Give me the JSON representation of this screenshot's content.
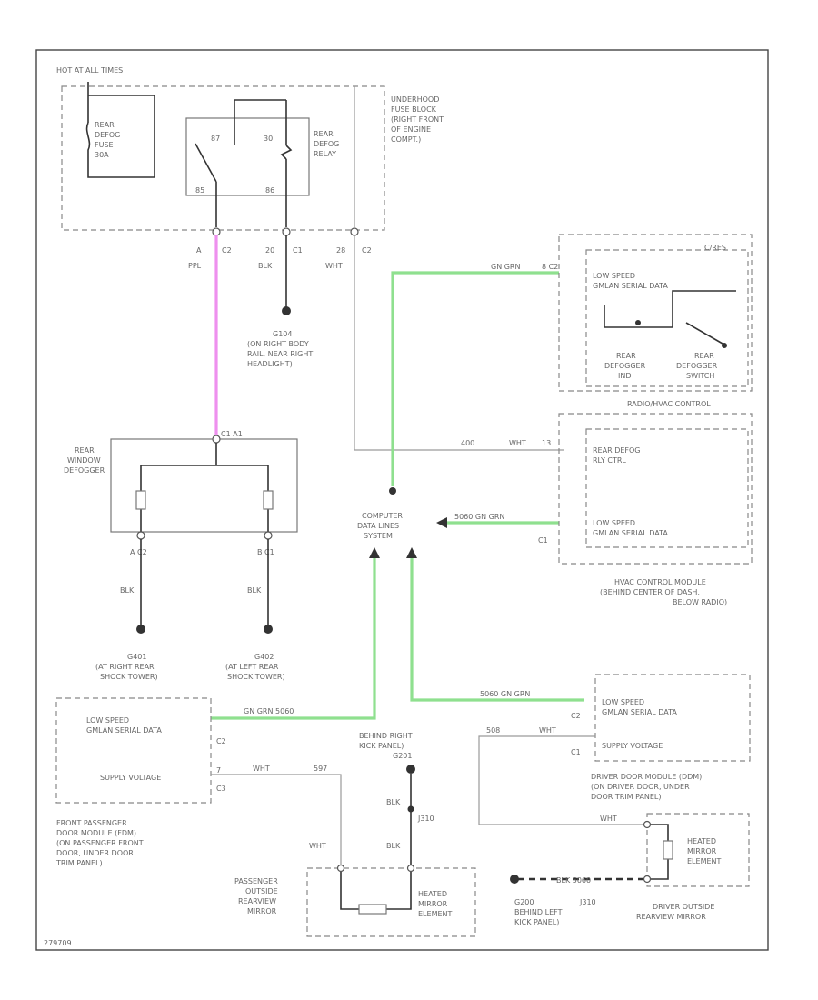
{
  "labels": {
    "hot_at_all_times": "HOT AT ALL TIMES",
    "rear_defog_fuse": [
      "REAR",
      "DEFOG",
      "FUSE",
      "30A"
    ],
    "relay_pin_87": "87",
    "relay_pin_30": "30",
    "relay_pin_85": "85",
    "relay_pin_86": "86",
    "rear_defog_relay": [
      "REAR",
      "DEFOG",
      "RELAY"
    ],
    "underhood_fuse_block": [
      "UNDERHOOD",
      "FUSE BLOCK",
      "(RIGHT FRONT",
      "OF ENGINE",
      "COMPT.)"
    ],
    "pin_a": "A",
    "pin_c2": "C2",
    "pin_20": "20",
    "pin_c1": "C1",
    "pin_28": "28",
    "pin_c2b": "C2",
    "wire_ppl": "PPL",
    "wire_blk": "BLK",
    "wire_wht": "WHT",
    "ground_g104": [
      "G104",
      "(ON RIGHT BODY",
      "RAIL, NEAR RIGHT",
      "HEADLIGHT)"
    ],
    "rear_window_defogger": [
      "REAR",
      "WINDOW",
      "DEFOGGER"
    ],
    "defogger_connector": "C1 A1",
    "pin_a_c2": "A   C2",
    "pin_b_c1": "B   C1",
    "blk_left": "BLK",
    "blk_right": "BLK",
    "ground_g401": [
      "G401",
      "(AT RIGHT REAR",
      "SHOCK TOWER)"
    ],
    "ground_g402": [
      "G402",
      "(AT LEFT REAR",
      "SHOCK TOWER)"
    ],
    "computer_data_lines": [
      "COMPUTER",
      "DATA LINES",
      "SYSTEM"
    ],
    "sw_label_top": "GN GRN",
    "hvac_top_pins": "8  C2",
    "low_speed_gmlan_1": [
      "LOW SPEED",
      "GMLAN SERIAL DATA"
    ],
    "rear_defogger_ind": [
      "REAR",
      "DEFOGGER",
      "IND"
    ],
    "rear_defogger_switch": [
      "REAR",
      "DEFOGGER",
      "SWITCH"
    ],
    "hvac_c_label": "C/RES",
    "radio_hvac_control": "RADIO/HVAC CONTROL",
    "wire_400": "400",
    "wht_hvac": "WHT",
    "hvac_pin_13": "13",
    "rear_defog_rly_ctrl": [
      "REAR DEFOG",
      "RLY CTRL"
    ],
    "green_hvac_label": "5060  GN GRN",
    "low_speed_gmlan_2": [
      "LOW SPEED",
      "GMLAN SERIAL DATA"
    ],
    "hvac_pin_c1": "C1",
    "hvac_control_module": [
      "HVAC CONTROL MODULE",
      "(BEHIND CENTER OF DASH,",
      "BELOW RADIO)"
    ],
    "passenger_door_module": {
      "low_speed": [
        "LOW SPEED",
        "GMLAN SERIAL DATA"
      ],
      "supply_voltage": "SUPPLY VOLTAGE",
      "pin_c2": "C2",
      "pin_c3": "C3",
      "pin_7": "7",
      "title": [
        "FRONT PASSENGER",
        "DOOR MODULE (FDM)",
        "(ON PASSENGER FRONT",
        "DOOR, UNDER DOOR",
        "TRIM PANEL)"
      ]
    },
    "green_passenger_label": "GN GRN    5060",
    "behind_right_kick": [
      "BEHIND RIGHT",
      "KICK PANEL)",
      "G201"
    ],
    "wht_passenger": "WHT",
    "wire_597": "597",
    "blk_ground": "BLK",
    "splice_j310": "J310",
    "wht_mirror": "WHT",
    "blk_mirror": "BLK",
    "passenger_mirror": [
      "PASSENGER",
      "OUTSIDE",
      "REARVIEW",
      "MIRROR"
    ],
    "heated_mirror_element_1": [
      "HEATED",
      "MIRROR",
      "ELEMENT"
    ],
    "driver_door_module": {
      "green_label": "5060  GN GRN",
      "low_speed": [
        "LOW SPEED",
        "GMLAN SERIAL DATA"
      ],
      "supply_voltage": "SUPPLY VOLTAGE",
      "pin_c2": "C2",
      "pin_c1": "C1",
      "wire_508": "508",
      "wht": "WHT",
      "title": [
        "DRIVER DOOR MODULE (DDM)",
        "(ON DRIVER DOOR, UNDER",
        "DOOR TRIM PANEL)"
      ]
    },
    "wht_driver_mirror": "WHT",
    "heated_mirror_element_2": [
      "HEATED",
      "MIRROR",
      "ELEMENT"
    ],
    "blk_driver_ground": "BLK  5060",
    "ground_g200": [
      "G200",
      "BEHIND LEFT",
      "KICK PANEL)"
    ],
    "splice_j310b": "J310",
    "driver_mirror": [
      "DRIVER OUTSIDE",
      "REARVIEW MIRROR"
    ],
    "diagram_id": "279709"
  },
  "colors": {
    "green_wire": "#8fe08f",
    "pink_wire": "#ee90ee"
  }
}
